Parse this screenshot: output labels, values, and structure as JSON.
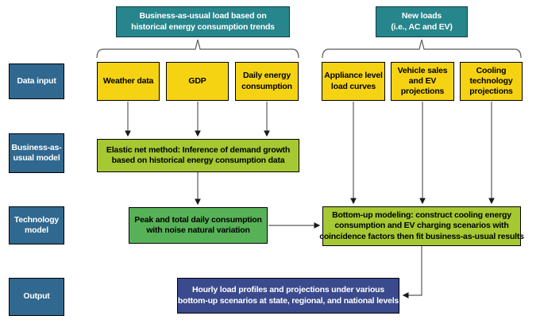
{
  "palette": {
    "header_teal": "#27858C",
    "row_label_blue": "#30688F",
    "input_yellow": "#F5D313",
    "model_lime_green": "#A6C832",
    "model_green": "#57B257",
    "output_navy": "#3A4A8D",
    "connector_gray": "#595959",
    "border_black": "#000000"
  },
  "headers": [
    {
      "id": "bau-load",
      "lines": [
        "Business-as-usual load based on",
        "historical energy consumption trends"
      ]
    },
    {
      "id": "new-loads",
      "lines": [
        "New loads",
        "(i.e., AC and EV)"
      ]
    }
  ],
  "row_labels": [
    {
      "id": "data-input",
      "lines": [
        "Data input"
      ]
    },
    {
      "id": "bau-model",
      "lines": [
        "Business-as-",
        "usual model"
      ]
    },
    {
      "id": "technology-model",
      "lines": [
        "Technology",
        "model"
      ]
    },
    {
      "id": "output",
      "lines": [
        "Output"
      ]
    }
  ],
  "data_inputs_left": [
    {
      "id": "weather-data",
      "lines": [
        "Weather data"
      ]
    },
    {
      "id": "gdp",
      "lines": [
        "GDP"
      ]
    },
    {
      "id": "daily-energy",
      "lines": [
        "Daily energy",
        "consumption"
      ]
    }
  ],
  "data_inputs_right": [
    {
      "id": "appliance-load",
      "lines": [
        "Appliance level",
        "load curves"
      ]
    },
    {
      "id": "vehicle-sales",
      "lines": [
        "Vehicle sales",
        "and EV",
        "projections"
      ]
    },
    {
      "id": "cooling-tech",
      "lines": [
        "Cooling",
        "technology",
        "projections"
      ]
    }
  ],
  "process_boxes": {
    "elastic_net": {
      "lines": [
        "Elastic net method: Inference of demand growth",
        "based on historical energy consumption data"
      ]
    },
    "peak": {
      "lines": [
        "Peak and total daily consumption",
        "with noise natural variation"
      ]
    },
    "bottom_up": {
      "lines": [
        "Bottom-up modeling: construct cooling energy",
        "consumption and EV charging scenarios with",
        "coincidence factors then fit business-as-usual results"
      ]
    },
    "output": {
      "lines": [
        "Hourly load profiles and projections under various",
        "bottom-up scenarios at state, regional, and national levels"
      ]
    }
  }
}
